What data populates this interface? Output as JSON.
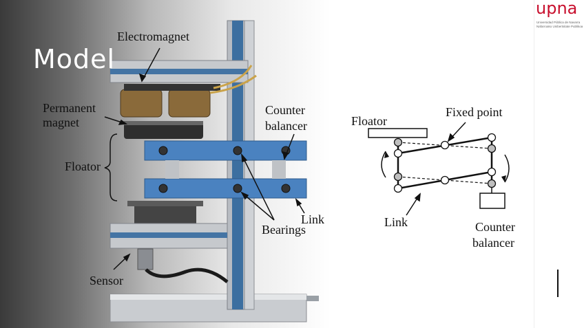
{
  "slide": {
    "title": "Model",
    "logo": {
      "wordmark": "upna",
      "line1": "Universidad Pública de Navarra",
      "line2": "Nafarroako Unibertsitate Publikoa",
      "color": "#c8102e"
    }
  },
  "photo_labels": {
    "electromagnet": "Electromagnet",
    "permanent_magnet_1": "Permanent",
    "permanent_magnet_2": "magnet",
    "floator": "Floator",
    "counter_balancer_1": "Counter",
    "counter_balancer_2": "balancer",
    "link": "Link",
    "bearings": "Bearings",
    "sensor": "Sensor"
  },
  "schematic_labels": {
    "floator": "Floator",
    "fixed_point": "Fixed point",
    "link": "Link",
    "counter_balancer_1": "Counter",
    "counter_balancer_2": "balancer"
  }
}
